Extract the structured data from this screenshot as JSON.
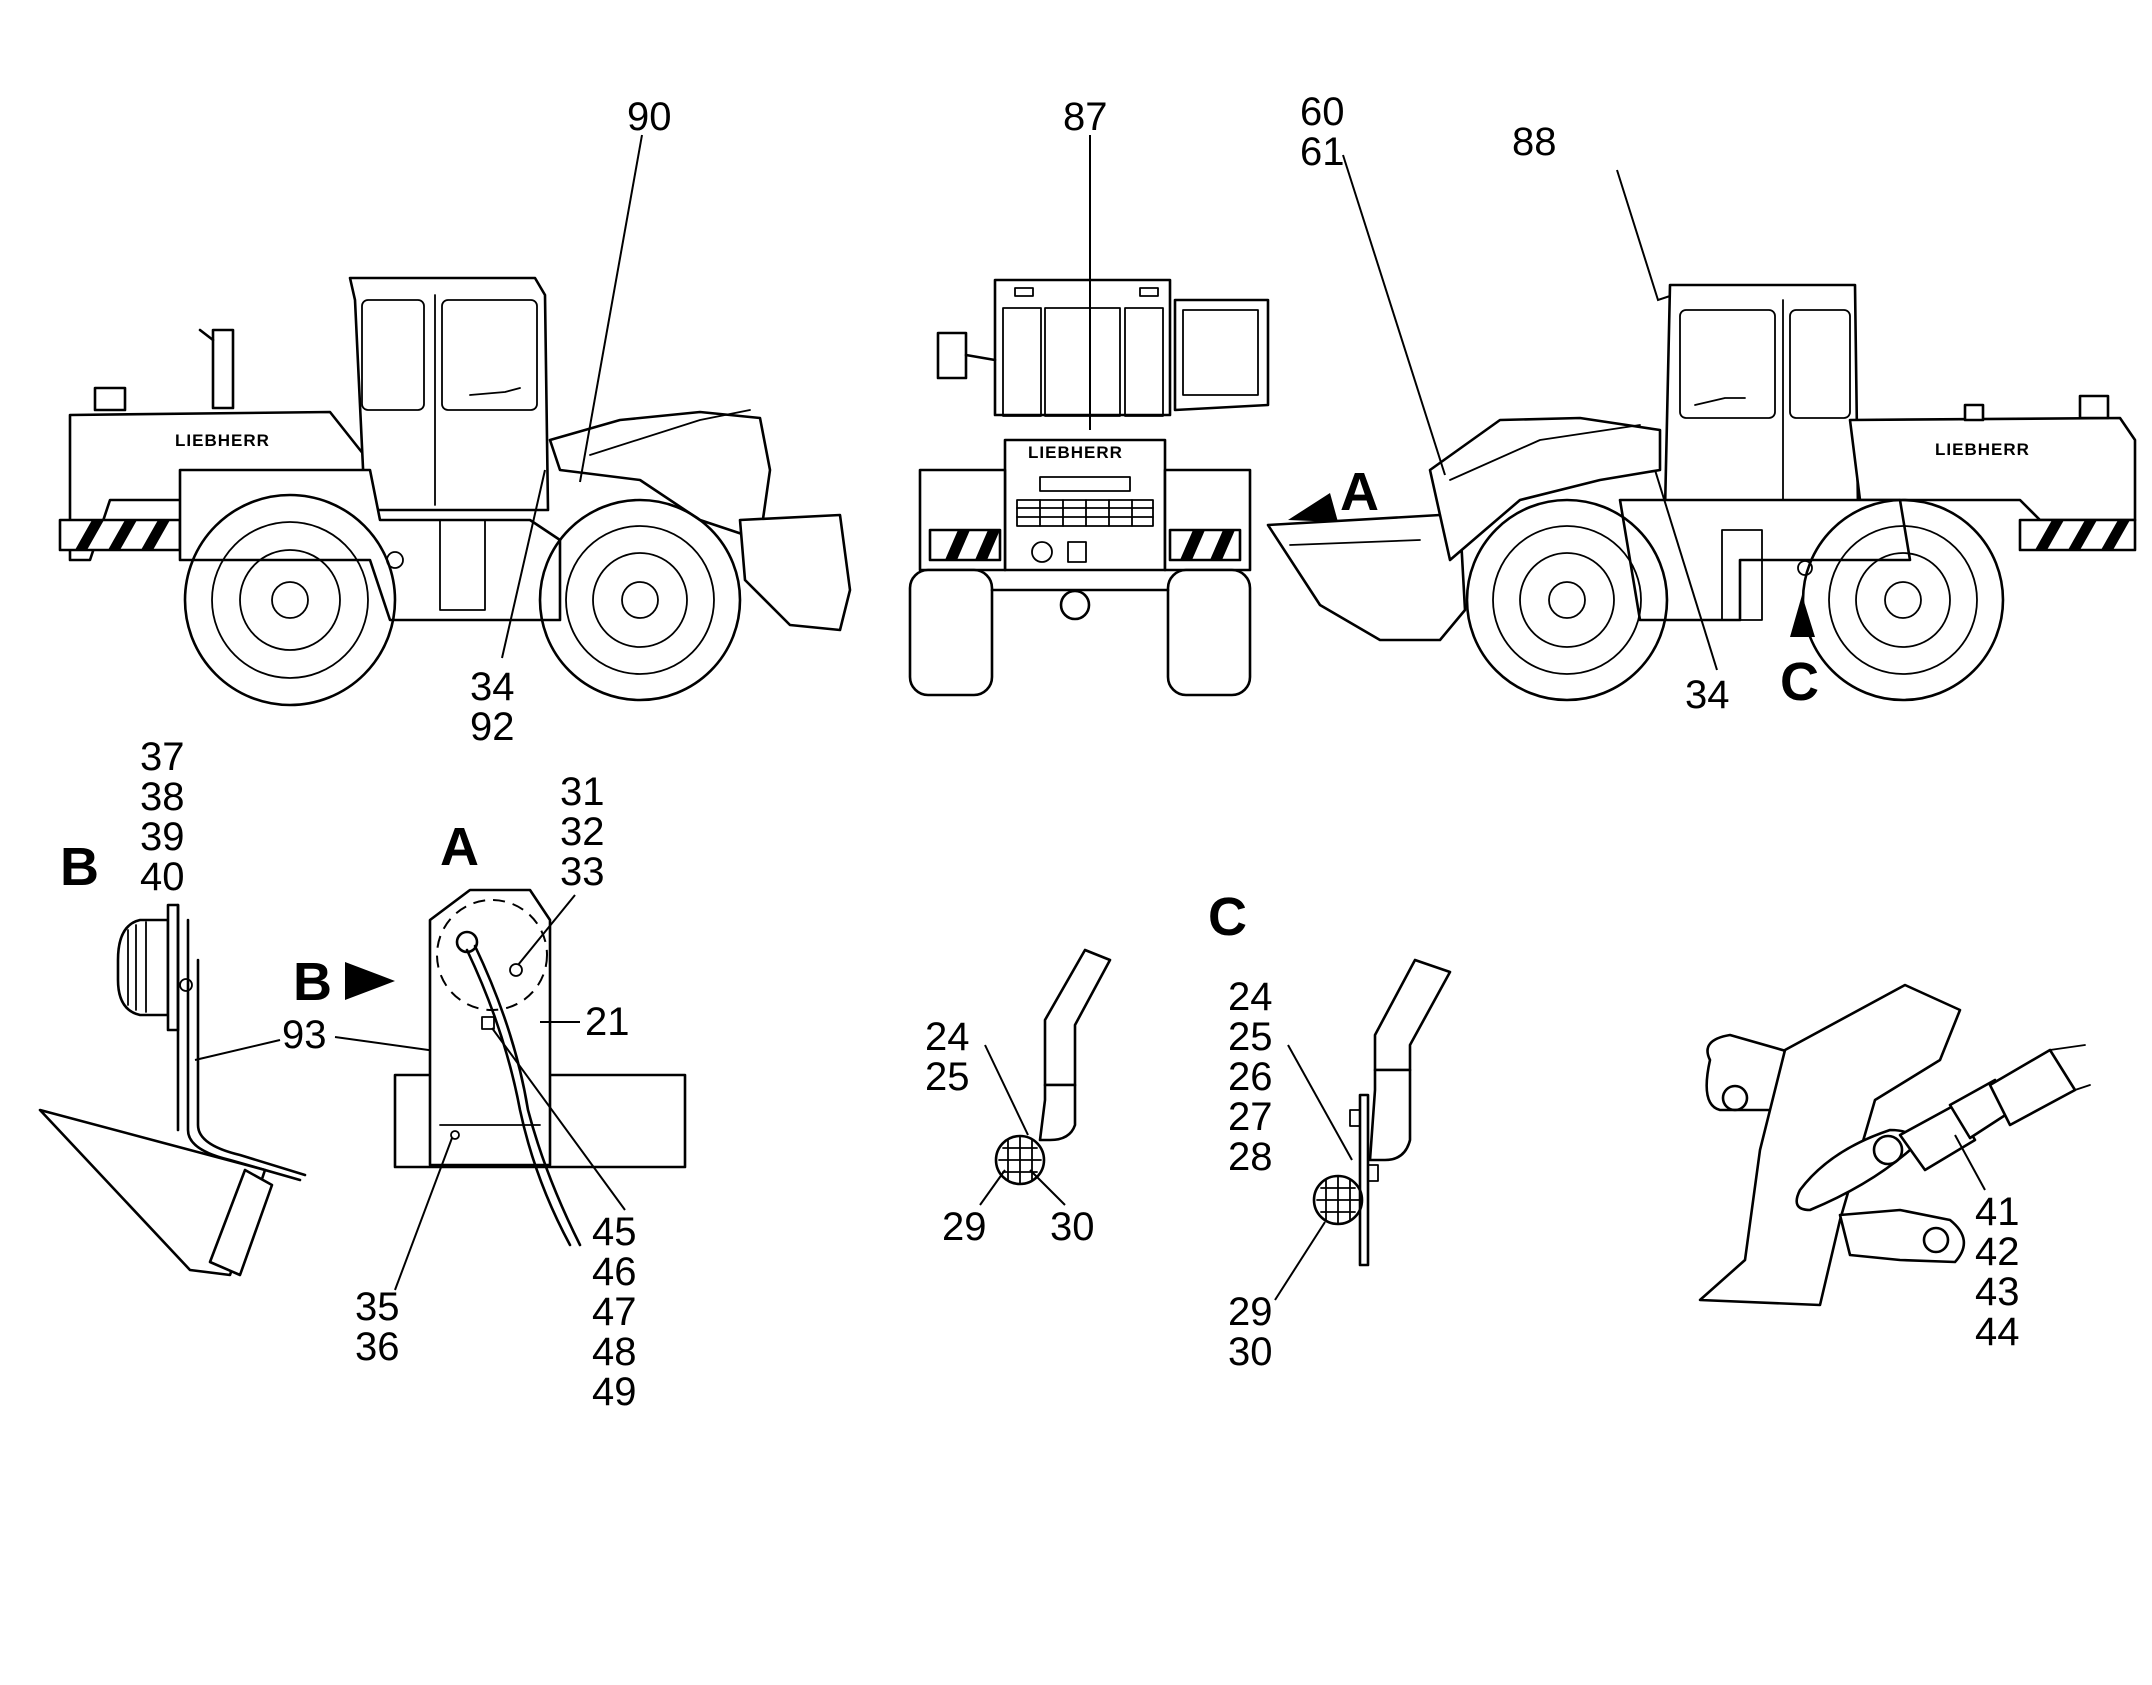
{
  "views": {
    "left_side": {
      "brand": "LIEBHERR",
      "callouts": [
        "90",
        "34",
        "92"
      ]
    },
    "front": {
      "brand": "LIEBHERR",
      "callouts": [
        "87"
      ]
    },
    "right_side": {
      "brand": "LIEBHERR",
      "callouts": [
        "60",
        "61",
        "88",
        "34"
      ],
      "markers": [
        "A",
        "C"
      ]
    }
  },
  "details": {
    "B": {
      "title": "B",
      "callouts": [
        "37",
        "38",
        "39",
        "40",
        "93"
      ]
    },
    "A": {
      "title": "A",
      "marker": "B",
      "callouts": [
        "31",
        "32",
        "33",
        "21",
        "35",
        "36",
        "45",
        "46",
        "47",
        "48",
        "49"
      ]
    },
    "C_small": {
      "callouts": [
        "24",
        "25",
        "29",
        "30"
      ]
    },
    "C": {
      "title": "C",
      "callouts": [
        "24",
        "25",
        "26",
        "27",
        "28",
        "29",
        "30"
      ]
    },
    "linkage": {
      "callouts": [
        "41",
        "42",
        "43",
        "44"
      ]
    }
  }
}
